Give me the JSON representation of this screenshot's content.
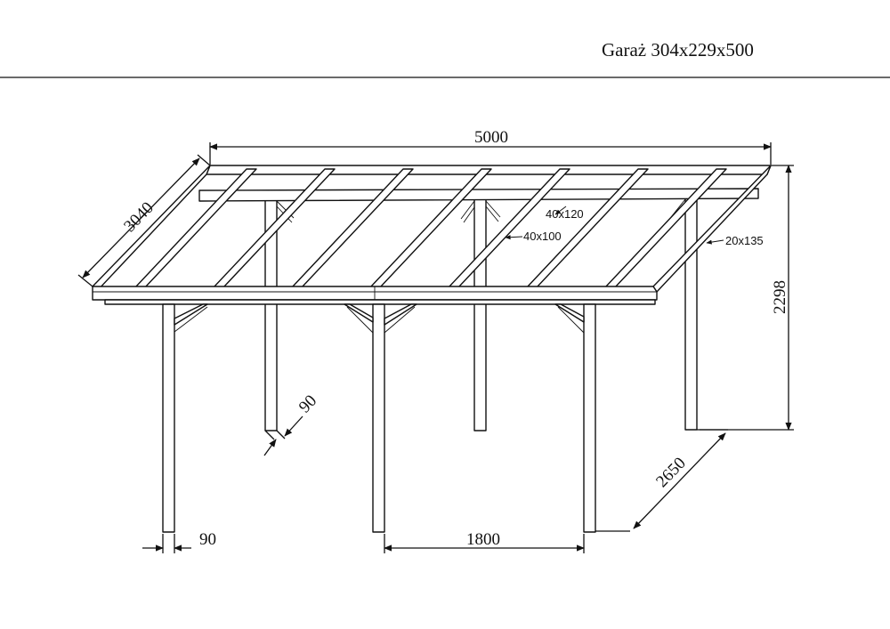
{
  "title": "Garaż 304x229x500",
  "dimensions": {
    "length": "5000",
    "depth": "3040",
    "height": "2298",
    "post_spacing": "1800",
    "post_width_front": "90",
    "post_width_back": "90",
    "post_height": "2650"
  },
  "members": {
    "rafter": "40x120",
    "beam": "40x100",
    "fascia": "20x135"
  },
  "colors": {
    "line": "#111111",
    "background": "#ffffff"
  }
}
